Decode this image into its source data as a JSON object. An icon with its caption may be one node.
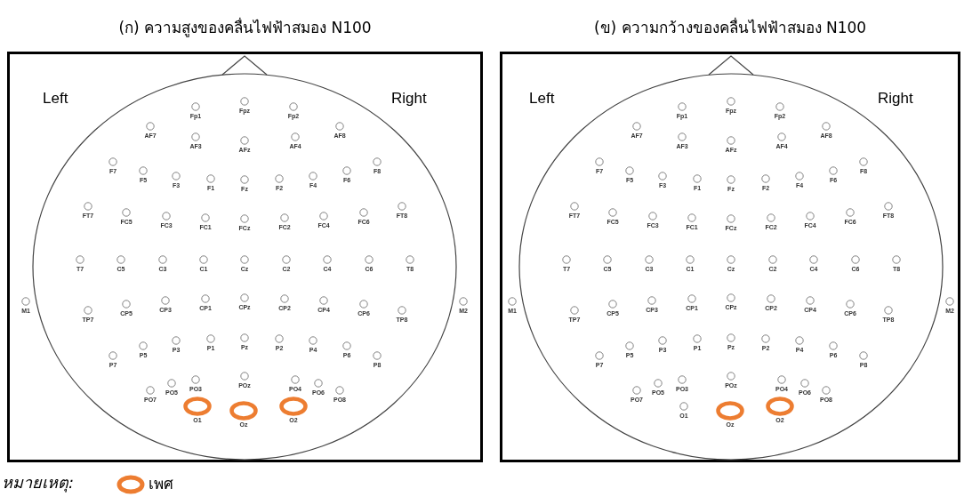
{
  "diagram": {
    "nodes": [
      {
        "text": [
          "(ก) ความสูงของคลื่นไฟฟ้าสมอง N100",
          "Left",
          "Right"
        ]
      },
      {
        "text": [
          "Fp1"
        ],
        "in": 0
      },
      {
        "text": [
          "Fpz"
        ],
        "in": 0
      },
      {
        "text": [
          "Fp2"
        ],
        "in": 0
      },
      {
        "text": [
          "AF7"
        ],
        "in": 0
      },
      {
        "text": [
          "AF3"
        ],
        "in": 0
      },
      {
        "text": [
          "AFz"
        ],
        "in": 0
      },
      {
        "text": [
          "AF4"
        ],
        "in": 0
      },
      {
        "text": [
          "AF8"
        ],
        "in": 0
      },
      {
        "text": [
          "F7"
        ],
        "in": 0
      },
      {
        "text": [
          "F5"
        ],
        "in": 0
      },
      {
        "text": [
          "F3"
        ],
        "in": 0
      },
      {
        "text": [
          "F1"
        ],
        "in": 0
      },
      {
        "text": [
          "Fz"
        ],
        "in": 0
      },
      {
        "text": [
          "F2"
        ],
        "in": 0
      },
      {
        "text": [
          "F4"
        ],
        "in": 0
      },
      {
        "text": [
          "F6"
        ],
        "in": 0
      },
      {
        "text": [
          "F8"
        ],
        "in": 0
      },
      {
        "text": [
          "FT7"
        ],
        "in": 0
      },
      {
        "text": [
          "FC5"
        ],
        "in": 0
      },
      {
        "text": [
          "FC3"
        ],
        "in": 0
      },
      {
        "text": [
          "FC1"
        ],
        "in": 0
      },
      {
        "text": [
          "FCz"
        ],
        "in": 0
      },
      {
        "text": [
          "FC2"
        ],
        "in": 0
      },
      {
        "text": [
          "FC4"
        ],
        "in": 0
      },
      {
        "text": [
          "FC6"
        ],
        "in": 0
      },
      {
        "text": [
          "FT8"
        ],
        "in": 0
      },
      {
        "text": [
          "T7"
        ],
        "in": 0
      },
      {
        "text": [
          "C5"
        ],
        "in": 0
      },
      {
        "text": [
          "C3"
        ],
        "in": 0
      },
      {
        "text": [
          "C1"
        ],
        "in": 0
      },
      {
        "text": [
          "Cz"
        ],
        "in": 0
      },
      {
        "text": [
          "C2"
        ],
        "in": 0
      },
      {
        "text": [
          "C4"
        ],
        "in": 0
      },
      {
        "text": [
          "C6"
        ],
        "in": 0
      },
      {
        "text": [
          "T8"
        ],
        "in": 0
      },
      {
        "text": [
          "M1"
        ],
        "in": 0
      },
      {
        "text": [
          "TP7"
        ],
        "in": 0
      },
      {
        "text": [
          "CP5"
        ],
        "in": 0
      },
      {
        "text": [
          "CP3"
        ],
        "in": 0
      },
      {
        "text": [
          "CP1"
        ],
        "in": 0
      },
      {
        "text": [
          "CPz"
        ],
        "in": 0
      },
      {
        "text": [
          "CP2"
        ],
        "in": 0
      },
      {
        "text": [
          "CP4"
        ],
        "in": 0
      },
      {
        "text": [
          "CP6"
        ],
        "in": 0
      },
      {
        "text": [
          "TP8"
        ],
        "in": 0
      },
      {
        "text": [
          "M2"
        ],
        "in": 0
      },
      {
        "text": [
          "P7"
        ],
        "in": 0
      },
      {
        "text": [
          "P5"
        ],
        "in": 0
      },
      {
        "text": [
          "P3"
        ],
        "in": 0
      },
      {
        "text": [
          "P1"
        ],
        "in": 0
      },
      {
        "text": [
          "Pz"
        ],
        "in": 0
      },
      {
        "text": [
          "P2"
        ],
        "in": 0
      },
      {
        "text": [
          "P4"
        ],
        "in": 0
      },
      {
        "text": [
          "P6"
        ],
        "in": 0
      },
      {
        "text": [
          "P8"
        ],
        "in": 0
      },
      {
        "text": [
          "PO7"
        ],
        "in": 0
      },
      {
        "text": [
          "PO5"
        ],
        "in": 0
      },
      {
        "text": [
          "PO3"
        ],
        "in": 0
      },
      {
        "text": [
          "POz"
        ],
        "in": 0
      },
      {
        "text": [
          "PO4"
        ],
        "in": 0
      },
      {
        "text": [
          "PO6"
        ],
        "in": 0
      },
      {
        "text": [
          "PO8"
        ],
        "in": 0
      },
      {
        "text": [
          "O1"
        ],
        "in": 0
      },
      {
        "text": [
          "Oz"
        ],
        "in": 0
      },
      {
        "text": [
          "O2"
        ],
        "in": 0
      },
      {
        "text": [],
        "shape": "circle",
        "in": 0
      },
      {
        "text": [],
        "shape": "circle",
        "in": 0
      },
      {
        "text": [],
        "shape": "circle",
        "in": 0
      },
      {
        "text": [
          "(ข) ความกว้างของคลื่นไฟฟ้าสมอง N100",
          "Left",
          "Right"
        ]
      },
      {
        "text": [
          "Fp1"
        ],
        "in": 69
      },
      {
        "text": [
          "Fpz"
        ],
        "in": 69
      },
      {
        "text": [
          "Fp2"
        ],
        "in": 69
      },
      {
        "text": [
          "AF7"
        ],
        "in": 69
      },
      {
        "text": [
          "AF3"
        ],
        "in": 69
      },
      {
        "text": [
          "AFz"
        ],
        "in": 69
      },
      {
        "text": [
          "AF4"
        ],
        "in": 69
      },
      {
        "text": [
          "AF8"
        ],
        "in": 69
      },
      {
        "text": [
          "F7"
        ],
        "in": 69
      },
      {
        "text": [
          "F5"
        ],
        "in": 69
      },
      {
        "text": [
          "F3"
        ],
        "in": 69
      },
      {
        "text": [
          "F1"
        ],
        "in": 69
      },
      {
        "text": [
          "Fz"
        ],
        "in": 69
      },
      {
        "text": [
          "F2"
        ],
        "in": 69
      },
      {
        "text": [
          "F4"
        ],
        "in": 69
      },
      {
        "text": [
          "F6"
        ],
        "in": 69
      },
      {
        "text": [
          "F8"
        ],
        "in": 69
      },
      {
        "text": [
          "FT7"
        ],
        "in": 69
      },
      {
        "text": [
          "FC5"
        ],
        "in": 69
      },
      {
        "text": [
          "FC3"
        ],
        "in": 69
      },
      {
        "text": [
          "FC1"
        ],
        "in": 69
      },
      {
        "text": [
          "FCz"
        ],
        "in": 69
      },
      {
        "text": [
          "FC2"
        ],
        "in": 69
      },
      {
        "text": [
          "FC4"
        ],
        "in": 69
      },
      {
        "text": [
          "FC6"
        ],
        "in": 69
      },
      {
        "text": [
          "FT8"
        ],
        "in": 69
      },
      {
        "text": [
          "T7"
        ],
        "in": 69
      },
      {
        "text": [
          "C5"
        ],
        "in": 69
      },
      {
        "text": [
          "C3"
        ],
        "in": 69
      },
      {
        "text": [
          "C1"
        ],
        "in": 69
      },
      {
        "text": [
          "Cz"
        ],
        "in": 69
      },
      {
        "text": [
          "C2"
        ],
        "in": 69
      },
      {
        "text": [
          "C4"
        ],
        "in": 69
      },
      {
        "text": [
          "C6"
        ],
        "in": 69
      },
      {
        "text": [
          "T8"
        ],
        "in": 69
      },
      {
        "text": [
          "M1"
        ],
        "in": 69
      },
      {
        "text": [
          "TP7"
        ],
        "in": 69
      },
      {
        "text": [
          "CP5"
        ],
        "in": 69
      },
      {
        "text": [
          "CP3"
        ],
        "in": 69
      },
      {
        "text": [
          "CP1"
        ],
        "in": 69
      },
      {
        "text": [
          "CPz"
        ],
        "in": 69
      },
      {
        "text": [
          "CP2"
        ],
        "in": 69
      },
      {
        "text": [
          "CP4"
        ],
        "in": 69
      },
      {
        "text": [
          "CP6"
        ],
        "in": 69
      },
      {
        "text": [
          "TP8"
        ],
        "in": 69
      },
      {
        "text": [
          "M2"
        ],
        "in": 69
      },
      {
        "text": [
          "P7"
        ],
        "in": 69
      },
      {
        "text": [
          "P5"
        ],
        "in": 69
      },
      {
        "text": [
          "P3"
        ],
        "in": 69
      },
      {
        "text": [
          "P1"
        ],
        "in": 69
      },
      {
        "text": [
          "Pz"
        ],
        "in": 69
      },
      {
        "text": [
          "P2"
        ],
        "in": 69
      },
      {
        "text": [
          "P4"
        ],
        "in": 69
      },
      {
        "text": [
          "P6"
        ],
        "in": 69
      },
      {
        "text": [
          "P8"
        ],
        "in": 69
      },
      {
        "text": [
          "PO7"
        ],
        "in": 69
      },
      {
        "text": [
          "PO5"
        ],
        "in": 69
      },
      {
        "text": [
          "PO3"
        ],
        "in": 69
      },
      {
        "text": [
          "POz"
        ],
        "in": 69
      },
      {
        "text": [
          "PO4"
        ],
        "in": 69
      },
      {
        "text": [
          "PO6"
        ],
        "in": 69
      },
      {
        "text": [
          "PO8"
        ],
        "in": 69
      },
      {
        "text": [
          "O1"
        ],
        "in": 69
      },
      {
        "text": [
          "Oz"
        ],
        "in": 69
      },
      {
        "text": [
          "O2"
        ],
        "in": 69
      },
      {
        "text": [],
        "shape": "circle",
        "in": 69
      },
      {
        "text": [],
        "shape": "circle",
        "in": 69
      }
    ],
    "labels": [
      "หมายเหตุ:"
    ],
    "legend": [
      {
        "text": "เพศ",
        "color": "#ed7d31"
      }
    ]
  }
}
